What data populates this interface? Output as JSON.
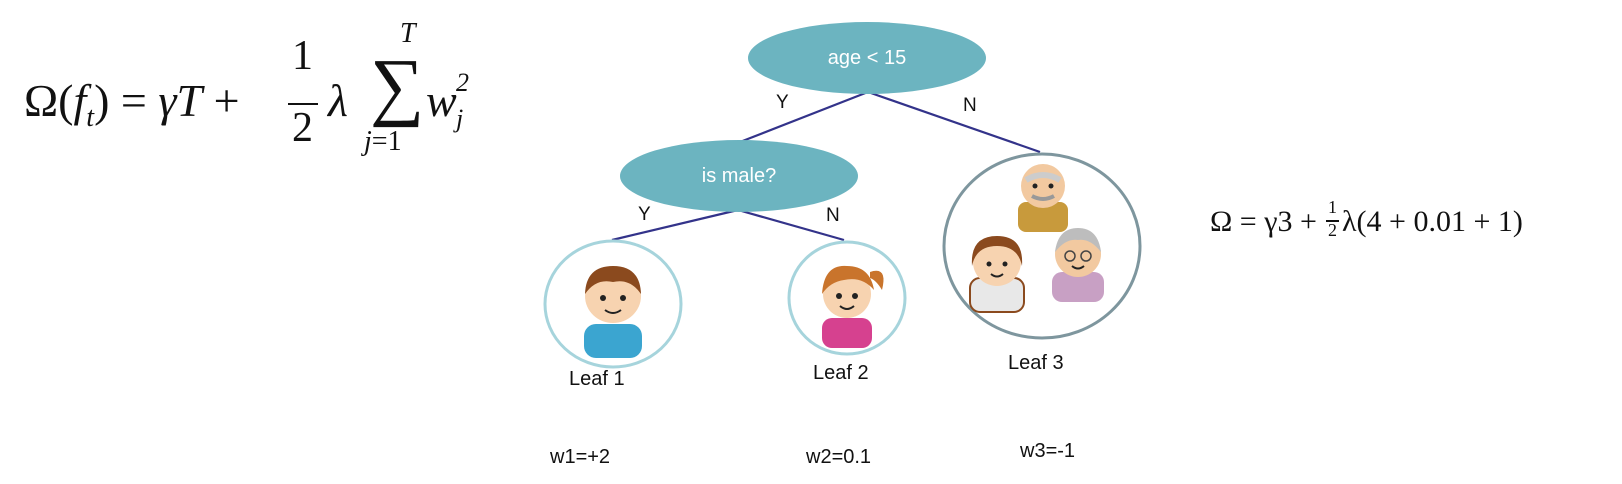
{
  "formula_left": {
    "lhs": "Ω(",
    "f": "f",
    "sub_t": "t",
    "rhs_open": ") = ",
    "gamma_T": "γT",
    "plus": " + ",
    "frac_num": "1",
    "frac_den": "2",
    "lambda": "λ",
    "sigma": "∑",
    "upper_limit": "T",
    "lower_limit": "j=1",
    "w": "w",
    "w_sub": "j",
    "w_sup": "2"
  },
  "formula_right": {
    "lhs": "Ω = γ3 + ",
    "frac_num": "1",
    "frac_den": "2",
    "rest": "λ(4 + 0.01 + 1)"
  },
  "tree": {
    "root": {
      "label": "age < 15",
      "yes": "Y",
      "no": "N"
    },
    "inner": {
      "label": "is male?",
      "yes": "Y",
      "no": "N"
    },
    "leaves": [
      {
        "label": "Leaf 1",
        "weight": "w1=+2",
        "icon": "boy-icon"
      },
      {
        "label": "Leaf 2",
        "weight": "w2=0.1",
        "icon": "girl-icon"
      },
      {
        "label": "Leaf 3",
        "weight": "w3=-1",
        "icon": "family-elderly-icon"
      }
    ]
  },
  "colors": {
    "node_fill": "#6cb4c0",
    "edge": "#33338a",
    "leaf_ring_light": "#a6d4dc",
    "leaf_ring_dark": "#7e969e"
  }
}
